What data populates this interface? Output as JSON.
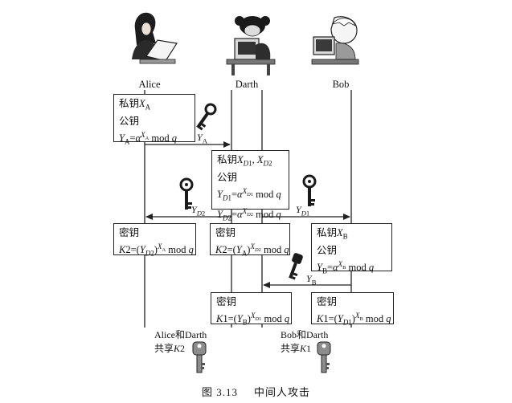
{
  "participants": [
    {
      "name": "Alice"
    },
    {
      "name": "Darth"
    },
    {
      "name": "Bob"
    }
  ],
  "boxes": {
    "alice_keys": {
      "lines": [
        "私钥X_A",
        "公钥",
        "Y_A=α^{X_A} mod q"
      ]
    },
    "darth_keys": {
      "lines": [
        "私钥X_{D1}, X_{D2}",
        "公钥",
        "Y_{D1}=α^{X_{D1}} mod q",
        "Y_{D2}=α^{X_{D2}} mod q"
      ]
    },
    "alice_secret": {
      "lines": [
        "密钥",
        "K2=(Y_{D2})^{X_A} mod q"
      ]
    },
    "darth_secret2": {
      "lines": [
        "密钥",
        "K2=(Y_A)^{X_{D2}} mod q"
      ]
    },
    "bob_keys": {
      "lines": [
        "私钥X_B",
        "公钥",
        "Y_B=α^{X_B} mod q"
      ]
    },
    "darth_secret1": {
      "lines": [
        "密钥",
        "K1=(Y_B)^{X_{D1}} mod q"
      ]
    },
    "bob_secret": {
      "lines": [
        "密钥",
        "K1=(Y_{D1})^{X_B} mod q"
      ]
    }
  },
  "messages": {
    "ya": "Y_A",
    "yd2": "Y_{D2}",
    "yd1": "Y_{D1}",
    "yb": "Y_B"
  },
  "shared": {
    "alice_darth": [
      "Alice和Darth",
      "共享K2"
    ],
    "bob_darth": [
      "Bob和Darth",
      "共享K1"
    ]
  },
  "caption": {
    "number": "图 3.13",
    "title": "中间人攻击"
  },
  "colors": {
    "line": "#222222",
    "key_body": "#1a1a1a",
    "key_grey": "#8c8c8c"
  }
}
